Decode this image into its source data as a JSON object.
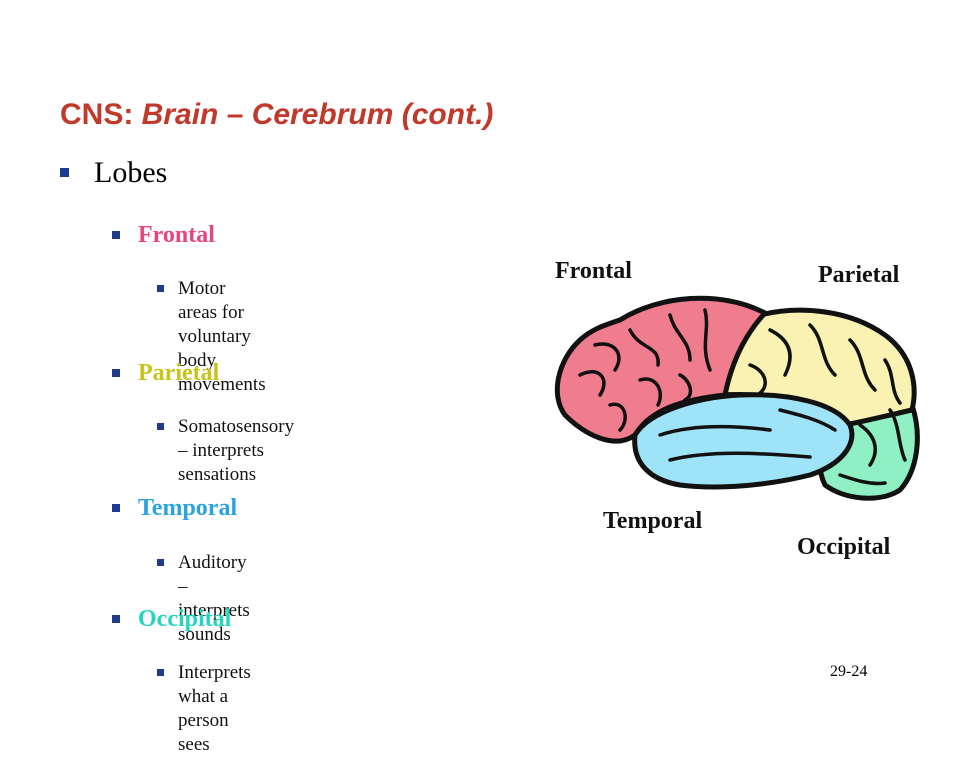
{
  "title": {
    "main": "CNS: ",
    "sub": "Brain – Cerebrum (cont.)"
  },
  "level1": {
    "label": "Lobes"
  },
  "lobes": [
    {
      "name": "Frontal",
      "desc": "Motor areas for voluntary body\nmovements",
      "color": "#e6457f"
    },
    {
      "name": "Parietal",
      "desc": "Somatosensory – interprets\nsensations",
      "color": "#c9c21a"
    },
    {
      "name": "Temporal",
      "desc": "Auditory – interprets sounds",
      "color": "#2aa3e0"
    },
    {
      "name": "Occipital",
      "desc": "Interprets what a person sees",
      "color": "#24d5c0"
    }
  ],
  "diagram_labels": {
    "frontal": "Frontal",
    "parietal": "Parietal",
    "temporal": "Temporal",
    "occipital": "Occipital"
  },
  "diagram_colors": {
    "frontal": "#f07d8e",
    "parietal": "#f9f2b3",
    "temporal": "#9ee3f7",
    "occipital": "#8ff0c4"
  },
  "page_number": "29-24"
}
